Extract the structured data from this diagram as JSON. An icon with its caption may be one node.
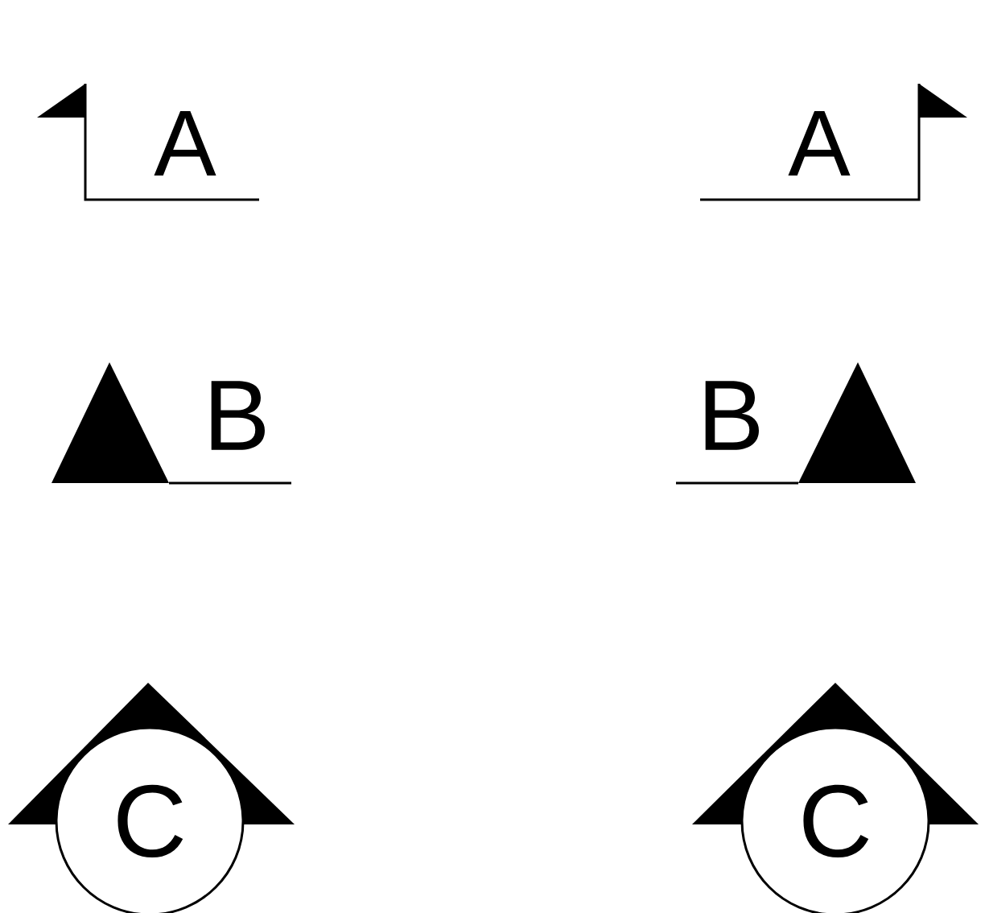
{
  "diagram": {
    "nodes": [
      {
        "text": [
          "C"
        ]
      },
      {
        "text": [
          "C"
        ]
      }
    ],
    "labels": [
      "A",
      "A",
      "B",
      "B"
    ]
  }
}
